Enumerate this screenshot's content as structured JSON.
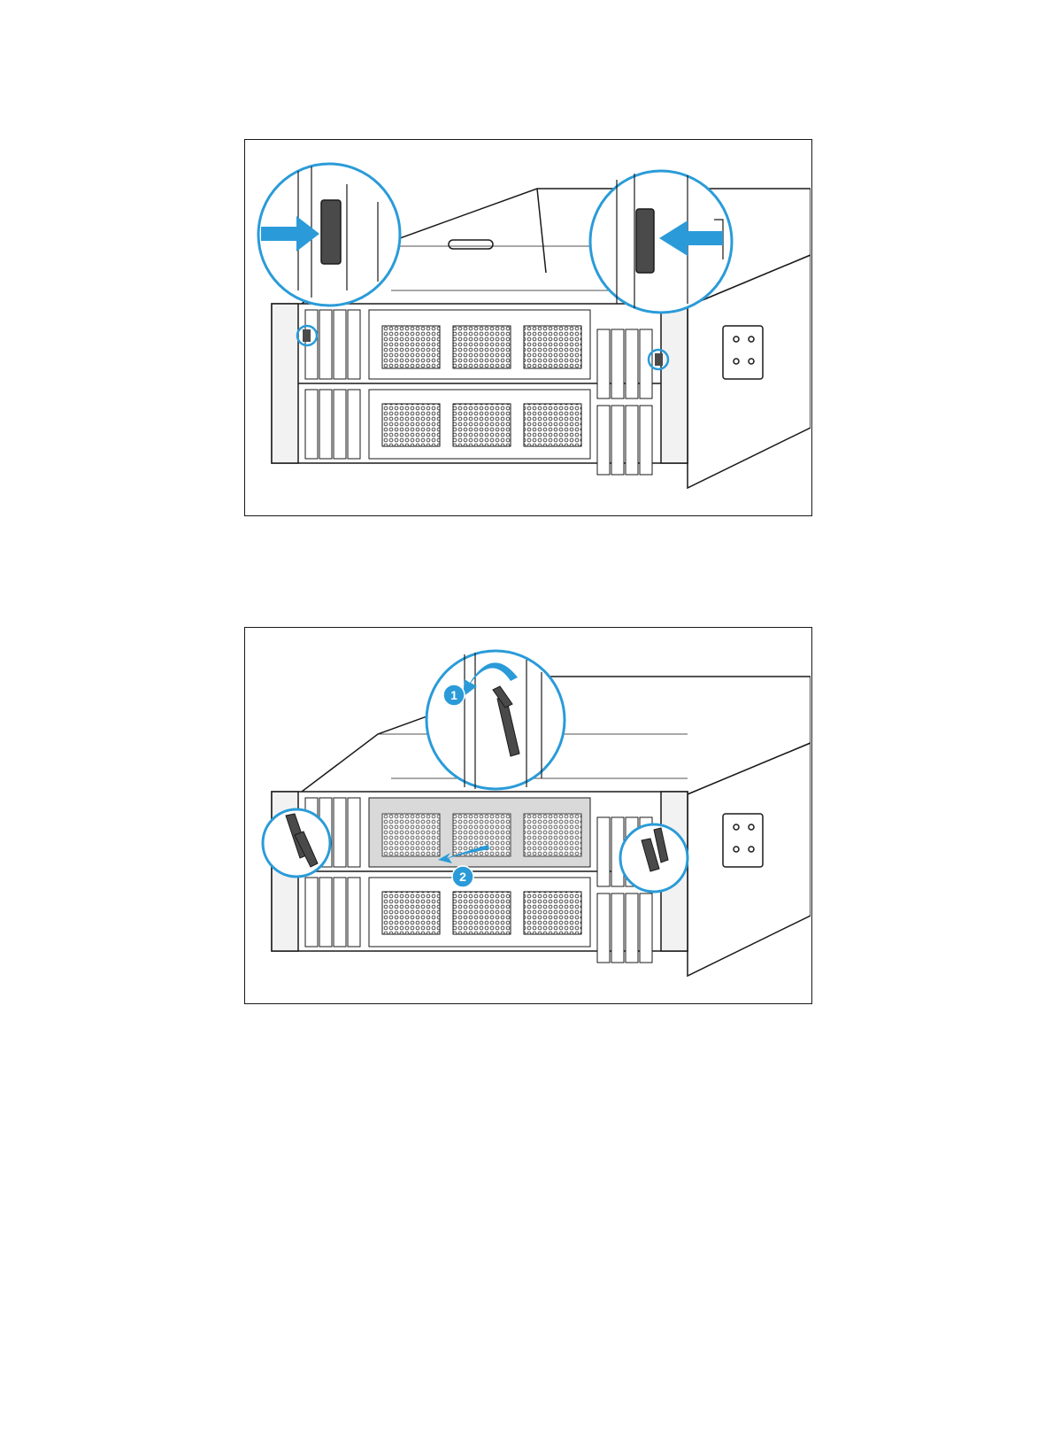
{
  "figures": [
    {
      "id": "figure-1",
      "callouts": [],
      "colors": {
        "accent": "#2a9bd8",
        "line": "#1a1a1a",
        "latch": "#4a4a4a"
      }
    },
    {
      "id": "figure-2",
      "callouts": [
        {
          "number": "1"
        },
        {
          "number": "2"
        }
      ],
      "colors": {
        "accent": "#2a9bd8",
        "line": "#1a1a1a",
        "latch": "#4a4a4a"
      }
    }
  ]
}
